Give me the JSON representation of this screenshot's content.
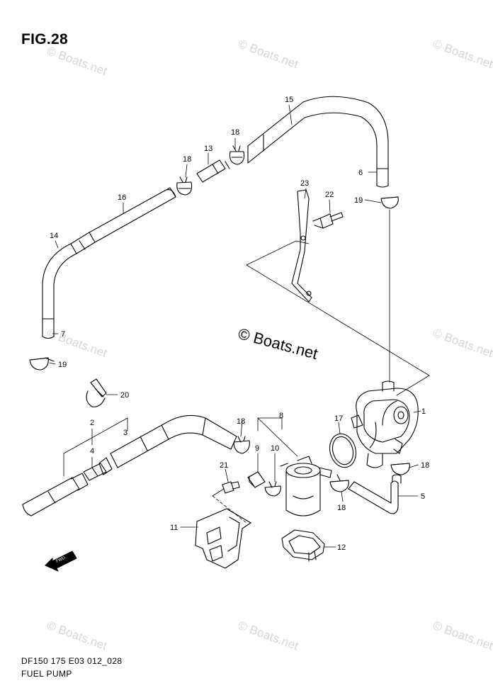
{
  "figure": {
    "title": "FIG.28",
    "code": "DF150 175 E03 012_028",
    "name": "FUEL PUMP",
    "center_watermark": "© Boats.net",
    "faint_watermark": "© Boats.net",
    "fwd_label": "FWD"
  },
  "callouts": {
    "c1": "1",
    "c2": "2",
    "c3": "3",
    "c4": "4",
    "c5": "5",
    "c6": "6",
    "c7": "7",
    "c8": "8",
    "c9": "9",
    "c10": "10",
    "c11": "11",
    "c12": "12",
    "c13": "13",
    "c14": "14",
    "c15": "15",
    "c16": "16",
    "c17": "17",
    "c18a": "18",
    "c18b": "18",
    "c18c": "18",
    "c18d": "18",
    "c18e": "18",
    "c19a": "19",
    "c19b": "19",
    "c20": "20",
    "c21": "21",
    "c22": "22",
    "c23": "23"
  }
}
